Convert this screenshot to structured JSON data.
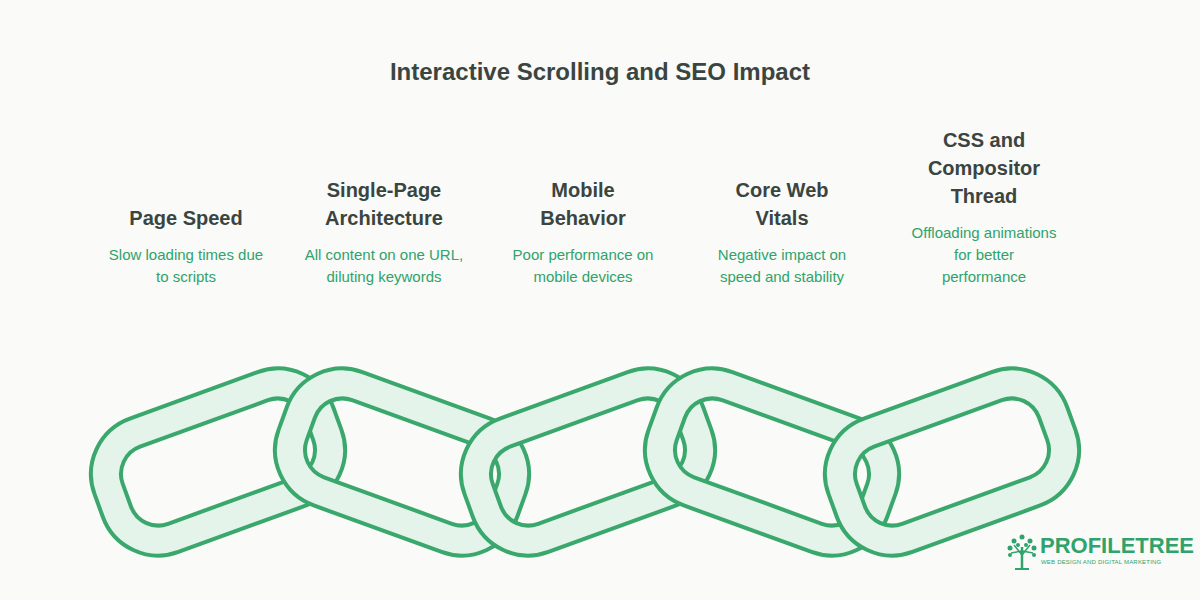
{
  "diagram": {
    "title": "Interactive Scrolling and SEO Impact",
    "nodes": [
      {
        "text": [
          "Page Speed",
          "Slow loading times due to scripts"
        ]
      },
      {
        "text": [
          "Single-Page Architecture",
          "All content on one URL, diluting keywords"
        ]
      },
      {
        "text": [
          "Mobile Behavior",
          "Poor performance on mobile devices"
        ]
      },
      {
        "text": [
          "Core Web Vitals",
          "Negative impact on speed and stability"
        ]
      },
      {
        "text": [
          "CSS and Compositor Thread",
          "Offloading animations for better performance"
        ]
      }
    ],
    "labels": [
      "PROFILETREE",
      "WEB DESIGN AND DIGITAL MARKETING"
    ]
  }
}
